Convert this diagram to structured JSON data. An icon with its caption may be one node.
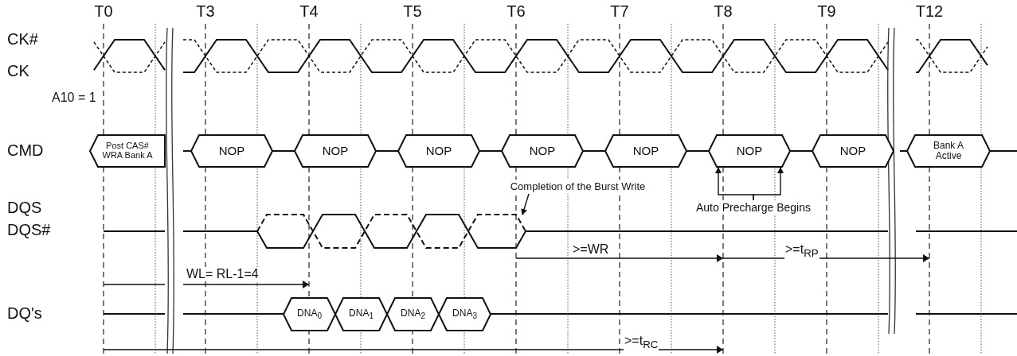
{
  "diagram": {
    "nodes": [
      {
        "text": [
          "Post CAS# WRA Bank A"
        ]
      },
      {
        "text": [
          "NOP"
        ]
      },
      {
        "text": [
          "NOP"
        ]
      },
      {
        "text": [
          "NOP"
        ]
      },
      {
        "text": [
          "NOP"
        ]
      },
      {
        "text": [
          "NOP"
        ]
      },
      {
        "text": [
          "NOP"
        ]
      },
      {
        "text": [
          "NOP"
        ]
      },
      {
        "text": [
          "Bank A Active"
        ]
      },
      {
        "text": [
          "DNA$_{0}$"
        ]
      },
      {
        "text": [
          "DNA$_{1}$"
        ]
      },
      {
        "text": [
          "DNA$_{2}$"
        ]
      },
      {
        "text": [
          "DNA$_{3}$"
        ]
      },
      {
        "text": [
          "Completion of the Burst Write"
        ]
      },
      {
        "text": [
          "Auto Precharge Begins"
        ]
      },
      {
        "text": [],
        "shape": "picture"
      }
    ],
    "edges": [
      {
        "from": 13,
        "to": 15,
        "arrow": "to"
      },
      {
        "from": 14,
        "to": 6,
        "arrow": "to"
      },
      {
        "from": 14,
        "to": 6,
        "arrow": "to"
      }
    ],
    "labels": [
      "T0",
      "T3",
      "T4",
      "T5",
      "T6",
      "T7",
      "T8",
      "T9",
      "T12",
      "CK#",
      "CK",
      "A10 = 1",
      "CMD",
      "DQS",
      "DQS#",
      ">=WR",
      ">=t$_{RP}$",
      "WL= RL-1=4",
      "DQ's",
      ">=t$_{RC}$"
    ]
  }
}
